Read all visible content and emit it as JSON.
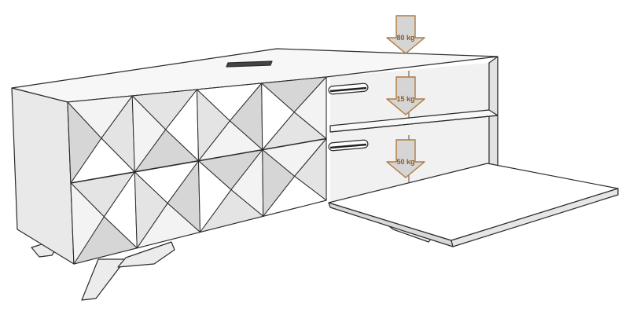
{
  "colors": {
    "outline": "#2b2b2b",
    "face": "#ffffff",
    "shade_light": "#f3f3f3",
    "shade_mid": "#e4e4e4",
    "shade_dark": "#d6d6d6",
    "arrow_fill": "#d5d5d5",
    "arrow_stroke": "#b07a3c",
    "arrow_text": "#8a5a24"
  },
  "load_arrows": [
    {
      "label": "80 kg"
    },
    {
      "label": "15 kg"
    },
    {
      "label": "50 kg"
    }
  ]
}
